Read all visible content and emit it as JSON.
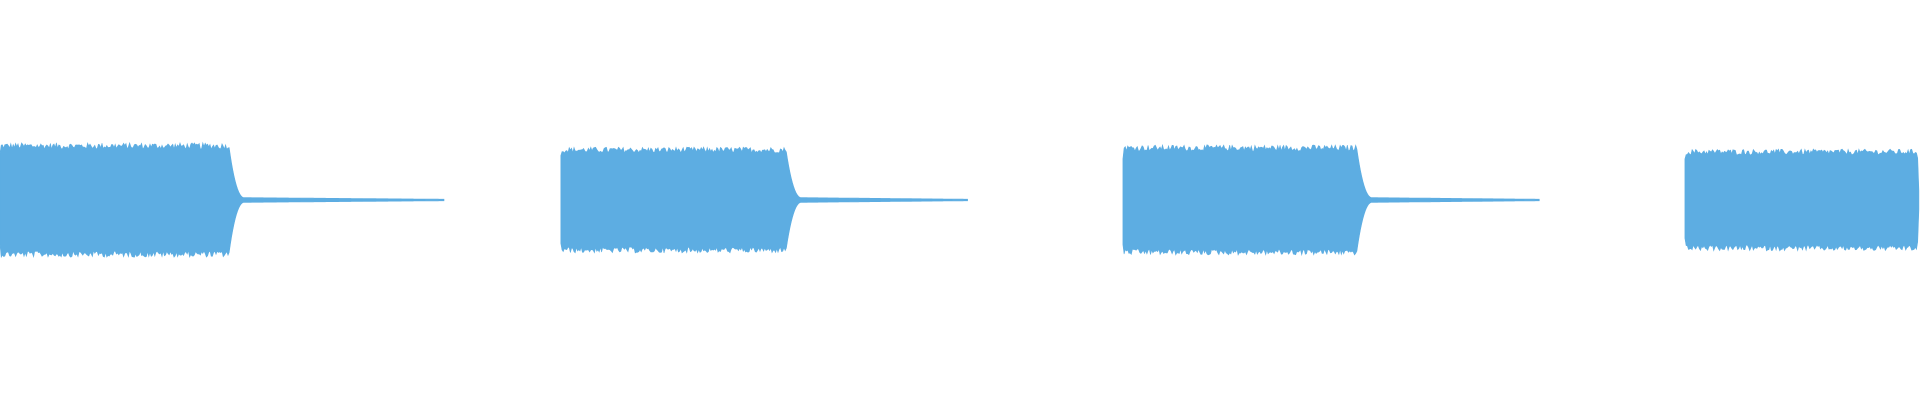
{
  "waveform": {
    "color": "#5dade2",
    "background": "#ffffff",
    "duration_units": 1568,
    "segments": [
      {
        "type": "burst",
        "start": 0,
        "sustain_end": 187,
        "decay_end": 200,
        "tail_end": 363,
        "amplitude": 0.27,
        "tail_amplitude": 0.004
      },
      {
        "type": "burst",
        "start": 458,
        "sustain_end": 642,
        "decay_end": 655,
        "tail_end": 791,
        "amplitude": 0.25,
        "tail_amplitude": 0.004
      },
      {
        "type": "burst",
        "start": 917,
        "sustain_end": 1108,
        "decay_end": 1121,
        "tail_end": 1258,
        "amplitude": 0.26,
        "tail_amplitude": 0.004
      },
      {
        "type": "burst",
        "start": 1376,
        "sustain_end": 1566,
        "decay_end": 1568,
        "tail_end": 1568,
        "amplitude": 0.24,
        "tail_amplitude": 0.004
      }
    ]
  }
}
